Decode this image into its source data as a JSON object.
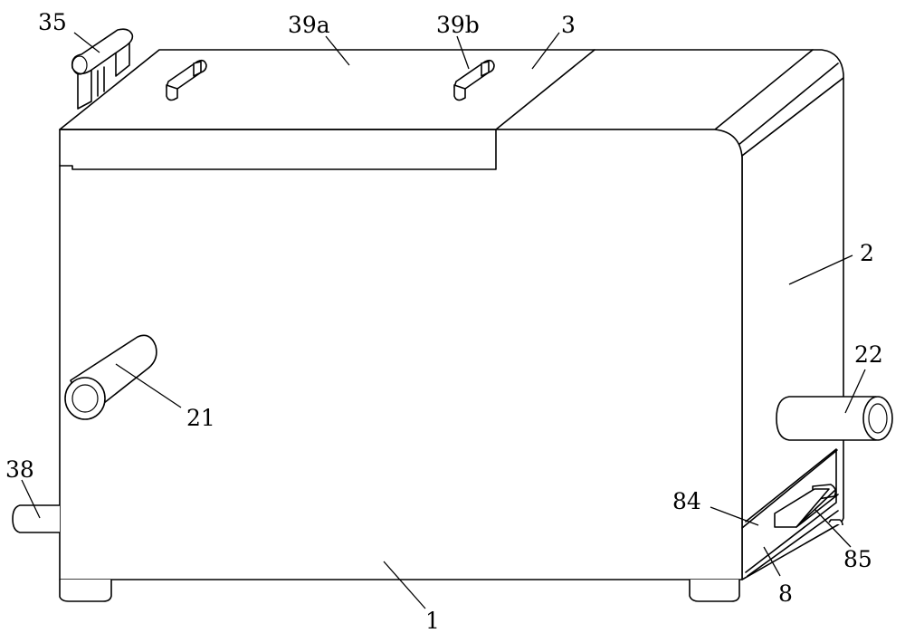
{
  "labels": {
    "l35": "35",
    "l39a": "39a",
    "l39b": "39b",
    "l3": "3",
    "l2": "2",
    "l22": "22",
    "l21": "21",
    "l38": "38",
    "l84": "84",
    "l85": "85",
    "l8": "8",
    "l1": "1"
  }
}
